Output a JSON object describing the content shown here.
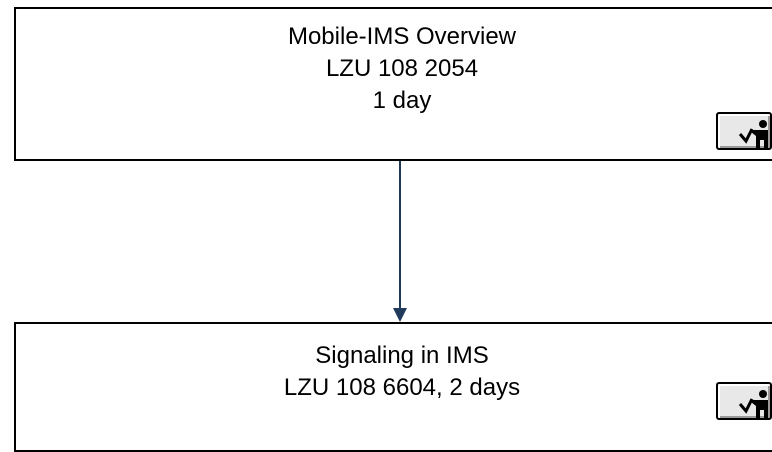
{
  "top_box": {
    "title": "Mobile-IMS Overview",
    "code": "LZU 108 2054",
    "duration": "1 day",
    "icon": "presenter-icon"
  },
  "bottom_box": {
    "title": "Signaling in IMS",
    "code_duration": "LZU 108 6604, 2 days",
    "icon": "presenter-icon"
  },
  "connector": {
    "color": "#1f3a5a"
  }
}
